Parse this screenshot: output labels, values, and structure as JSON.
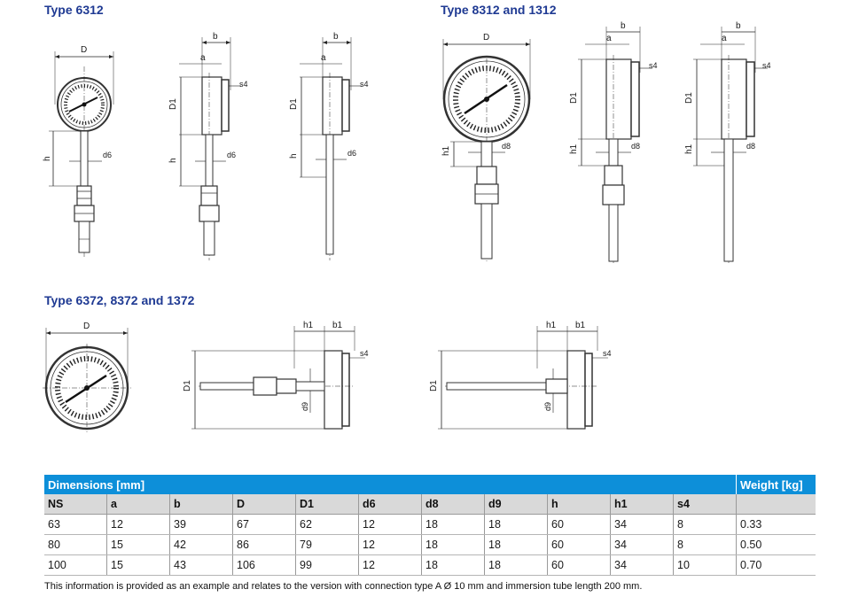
{
  "sections": {
    "type_6312": "Type 6312",
    "type_8312": "Type 8312 and 1312",
    "type_6372": "Type 6372, 8372 and 1372"
  },
  "labels": {
    "D": "D",
    "D1": "D1",
    "a": "a",
    "b": "b",
    "h": "h",
    "h1": "h1",
    "b1": "b1",
    "s4": "s4",
    "d6": "d6",
    "d8": "d8",
    "d9": "d9"
  },
  "table": {
    "group_header": "Dimensions [mm]",
    "weight_header": "Weight [kg]",
    "columns": [
      "NS",
      "a",
      "b",
      "D",
      "D1",
      "d6",
      "d8",
      "d9",
      "h",
      "h1",
      "s4",
      ""
    ],
    "rows": [
      [
        "63",
        "12",
        "39",
        "67",
        "62",
        "12",
        "18",
        "18",
        "60",
        "34",
        "8",
        "0.33"
      ],
      [
        "80",
        "15",
        "42",
        "86",
        "79",
        "12",
        "18",
        "18",
        "60",
        "34",
        "8",
        "0.50"
      ],
      [
        "100",
        "15",
        "43",
        "106",
        "99",
        "12",
        "18",
        "18",
        "60",
        "34",
        "10",
        "0.70"
      ]
    ]
  },
  "footnote": "This information is provided as an example and relates to the version with connection type A Ø 10 mm and immersion tube length 200 mm."
}
